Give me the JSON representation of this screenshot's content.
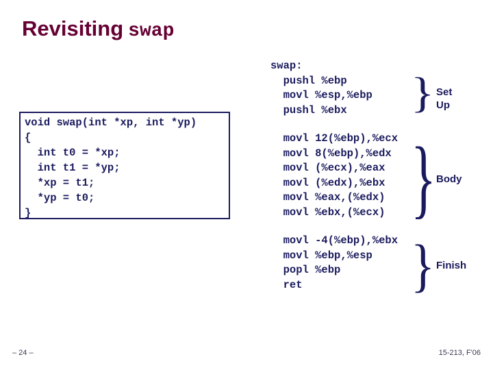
{
  "slide": {
    "title_main": "Revisiting",
    "title_mono": "swap",
    "title_color": "#660033",
    "code_color": "#1a1a5e",
    "background": "#ffffff"
  },
  "c_code": {
    "language": "C",
    "text": "void swap(int *xp, int *yp)\n{\n  int t0 = *xp;\n  int t1 = *yp;\n  *xp = t1;\n  *yp = t0;\n}"
  },
  "assembly": {
    "label_line": "swap:",
    "blocks": [
      {
        "name": "setup",
        "label": "Set\nUp",
        "text": "swap:\n  pushl %ebp\n  movl %esp,%ebp\n  pushl %ebx"
      },
      {
        "name": "body",
        "label": "Body",
        "text": "  movl 12(%ebp),%ecx\n  movl 8(%ebp),%edx\n  movl (%ecx),%eax\n  movl (%edx),%ebx\n  movl %eax,(%edx)\n  movl %ebx,(%ecx)"
      },
      {
        "name": "finish",
        "label": "Finish",
        "text": "  movl -4(%ebp),%ebx\n  movl %ebp,%esp\n  popl %ebp\n  ret"
      }
    ],
    "brace_glyph": "}"
  },
  "footer": {
    "page": "– 24 –",
    "course": "15-213, F'06"
  }
}
